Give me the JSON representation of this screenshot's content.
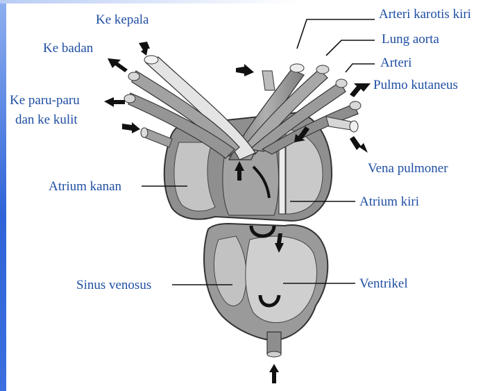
{
  "labels": {
    "ke_kepala": "Ke kepala",
    "ke_badan": "Ke badan",
    "ke_paru_line1": "Ke paru-paru",
    "ke_paru_line2": "dan ke kulit",
    "arteri_karotis_kiri": "Arteri karotis kiri",
    "lung_aorta": "Lung aorta",
    "arteri": "Arteri",
    "pulmo_kutaneus": "Pulmo kutaneus",
    "vena_pulmoner": "Vena pulmoner",
    "atrium_kanan": "Atrium kanan",
    "atrium_kiri": "Atrium kiri",
    "sinus_venosus": "Sinus venosus",
    "ventrikel": "Ventrikel"
  },
  "colors": {
    "label_text": "#1f4ea3",
    "frame_accent": "#2f64d8",
    "heart_fill": "#9a9a9a",
    "chamber_fill": "#c4c4c4",
    "vessel_light": "#e6e6e6"
  }
}
